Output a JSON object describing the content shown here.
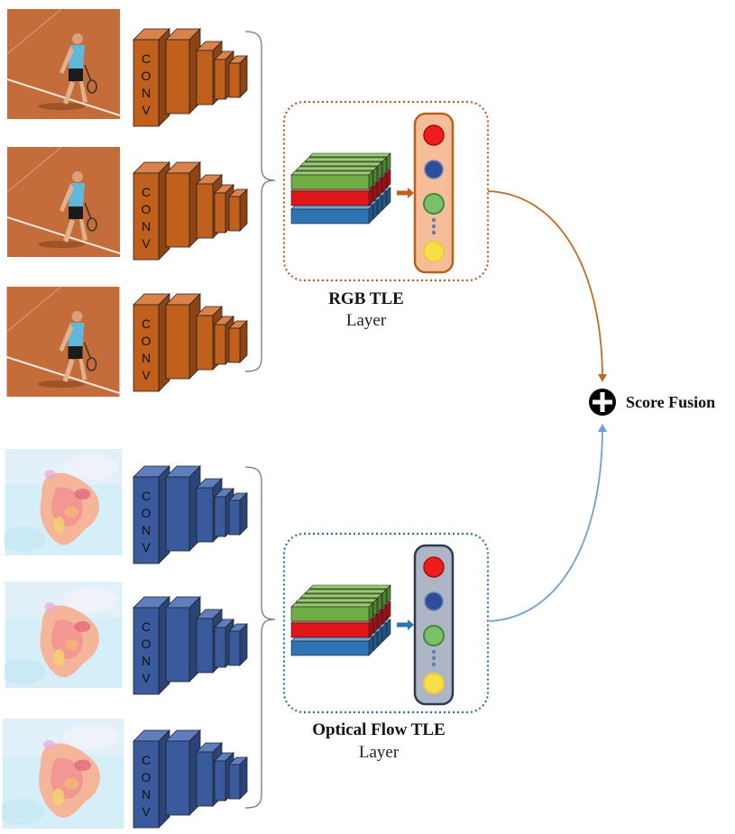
{
  "conv_label": [
    "C",
    "O",
    "N",
    "V"
  ],
  "rgb": {
    "title": "RGB TLE",
    "subtitle": "Layer",
    "block_color": "#C0601C",
    "block_top": "#D9824A",
    "block_side": "#8E4312",
    "panel_fill": "#F6BE98",
    "panel_stroke": "#B8601D",
    "border_color": "#B8601D",
    "curve_color": "#C06A25"
  },
  "flow": {
    "title": "Optical Flow TLE",
    "subtitle": "Layer",
    "block_color": "#3A5A9E",
    "block_top": "#5E7EC0",
    "block_side": "#2A4478",
    "panel_fill": "#AEB6C6",
    "panel_stroke": "#2E3A55",
    "border_color": "#2E6EAE",
    "curve_color": "#6EA0D0"
  },
  "fusion": {
    "label": "Score Fusion",
    "symbol": "plus"
  },
  "feature_colors": {
    "green": "#6FAE45",
    "red": "#E0161A",
    "blue": "#2E74B5"
  },
  "score_colors": [
    "#EE1C1C",
    "#2E4E9A",
    "#7DC06A",
    "#F6E04A"
  ]
}
